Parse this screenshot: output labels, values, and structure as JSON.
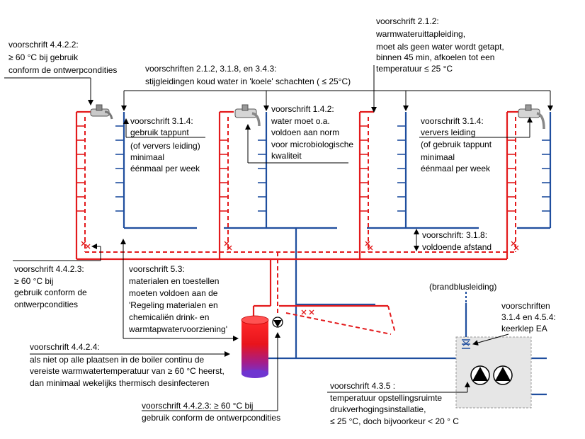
{
  "colors": {
    "hot_water": "#e31a1c",
    "cold_water": "#1f4e9e",
    "boiler_top": "#e8141c",
    "boiler_bottom": "#7a2cc8",
    "pump_room": "#e6e6e6",
    "pump": "#000000"
  },
  "icons": [
    "tap-icon",
    "pump-icon",
    "check-valve-icon",
    "circulation-pump-icon",
    "boiler-icon"
  ],
  "notes": {
    "n4422": {
      "line1": "voorschrift 4.4.2.2:",
      "line2": "≥ 60 °C bij gebruik",
      "line3": "conform de ontwerpcondities"
    },
    "n212_shafts": {
      "line1": "voorschriften 2.1.2,  3.1.8,  en 3.4.3:",
      "line2": "stijgleidingen koud water in 'koele' schachten ( ≤ 25°C)"
    },
    "n212_outlet": {
      "line1": "voorschrift 2.1.2:",
      "line2": "warmwateruittapleiding,",
      "line3": "moet als geen water wordt getapt,",
      "line4": "binnen 45 min, afkoelen tot een",
      "line5": "temperatuur ≤ 25 °C"
    },
    "n314_left": {
      "line1": "voorschrift 3.1.4:",
      "line2": "gebruik tappunt",
      "line3": "(of ververs leiding)",
      "line4": "minimaal",
      "line5": "éénmaal per week"
    },
    "n142": {
      "line1": "voorschrift 1.4.2:",
      "line2": "water moet o.a.",
      "line3": "voldoen aan norm",
      "line4": "voor microbiologische",
      "line5": "kwaliteit"
    },
    "n314_right": {
      "line1": "voorschrift 3.1.4:",
      "line2": "ververs leiding",
      "line3": "(of gebruik tappunt",
      "line4": "minimaal",
      "line5": "éénmaal per week"
    },
    "n318": {
      "line1": "voorschrift: 3.1.8:",
      "line2": "voldoende afstand"
    },
    "n4423_left": {
      "line1": "voorschrift 4.4.2.3:",
      "line2": "≥ 60 °C bij",
      "line3": "gebruik conform de",
      "line4": "ontwerpcondities"
    },
    "n53": {
      "line1": "voorschrift 5.3:",
      "line2": "materialen en toestellen",
      "line3": "moeten voldoen aan de",
      "line4": "'Regeling materialen en",
      "line5": "chemicaliën drink- en",
      "line6": "warmtapwatervoorziening'"
    },
    "fire_line": "(brandblusleiding)",
    "n3145": {
      "line1": "voorschriften",
      "line2": "3.1.4 en 4.5.4:",
      "line3": "keerklep EA"
    },
    "n4424": {
      "line1": "voorschrift 4.4.2.4:",
      "line2": "als niet op alle plaatsen in de boiler continu de",
      "line3": "vereiste warmwatertemperatuur van ≥ 60 °C heerst,",
      "line4": "dan minimaal wekelijks thermisch desinfecteren"
    },
    "n435": {
      "line1": "voorschrift  4.3.5 :",
      "line2": "temperatuur opstellingsruimte",
      "line3": "drukverhogingsinstallatie,",
      "line4": "≤ 25 °C, doch bijvoorkeur < 20 ° C"
    },
    "n4423_bottom": {
      "line1": "voorschrift 4.4.2.3:  ≥ 60 °C bij",
      "line2": "gebruik conform de ontwerpcondities"
    }
  }
}
